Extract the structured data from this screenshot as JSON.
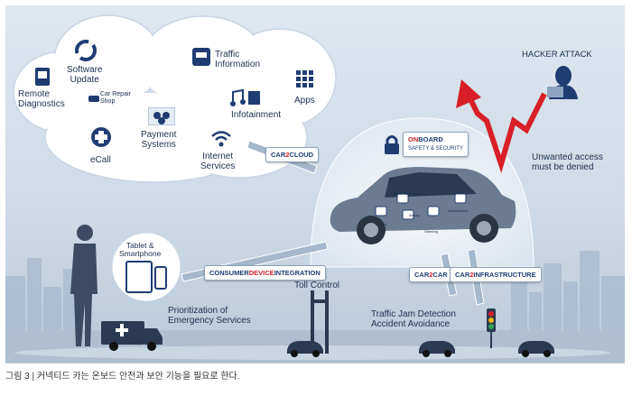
{
  "cloud": {
    "remote_diagnostics": "Remote\nDiagnostics",
    "software_update": "Software\nUpdate",
    "car_repair_shop": "Car Repair\nShop",
    "traffic_information": "Traffic\nInformation",
    "infotainment": "Infotainment",
    "apps": "Apps",
    "ecall": "eCall",
    "payment_systems": "Payment\nSystems",
    "internet_services": "Internet\nServices"
  },
  "hacker": {
    "title": "HACKER ATTACK",
    "warning": "Unwanted access\nmust be denied"
  },
  "car": {
    "onboard_prefix": "ON",
    "onboard_rest": "BOARD",
    "onboard_sub": "SAFETY & SECURITY",
    "labels": [
      "Engine Management",
      "Infotainment",
      "Brakes",
      "Airbag",
      "Steering"
    ]
  },
  "tags": {
    "car2cloud": [
      "CAR",
      "2",
      "CLOUD"
    ],
    "consumer": [
      "CONSUMER",
      "DEVICE",
      "INTEGRATION"
    ],
    "car2car": [
      "CAR",
      "2",
      "CAR"
    ],
    "car2infra": [
      "CAR",
      "2",
      "INFRASTRUCTURE"
    ]
  },
  "devices": {
    "label": "Tablet &\nSmartphone"
  },
  "ground": {
    "toll": "Toll Control",
    "emergency": "Prioritization of\nEmergency Services",
    "traffic": "Traffic Jam Detection\nAccident Avoidance"
  },
  "caption": "그림 3 | 커넥티드 카는 온보드 안전과 보안 기능을 필요로 한다.",
  "colors": {
    "navy": "#1f3c73",
    "accent_red": "#d81f27",
    "sky": "#cfdbe7"
  },
  "icons": [
    "remote-diagnostics-icon",
    "software-update-icon",
    "car-repair-icon",
    "traffic-icon",
    "music-icon",
    "apps-icon",
    "ecall-icon",
    "payment-icon",
    "wifi-icon",
    "lock-icon",
    "hacker-icon",
    "traffic-light-icon"
  ]
}
